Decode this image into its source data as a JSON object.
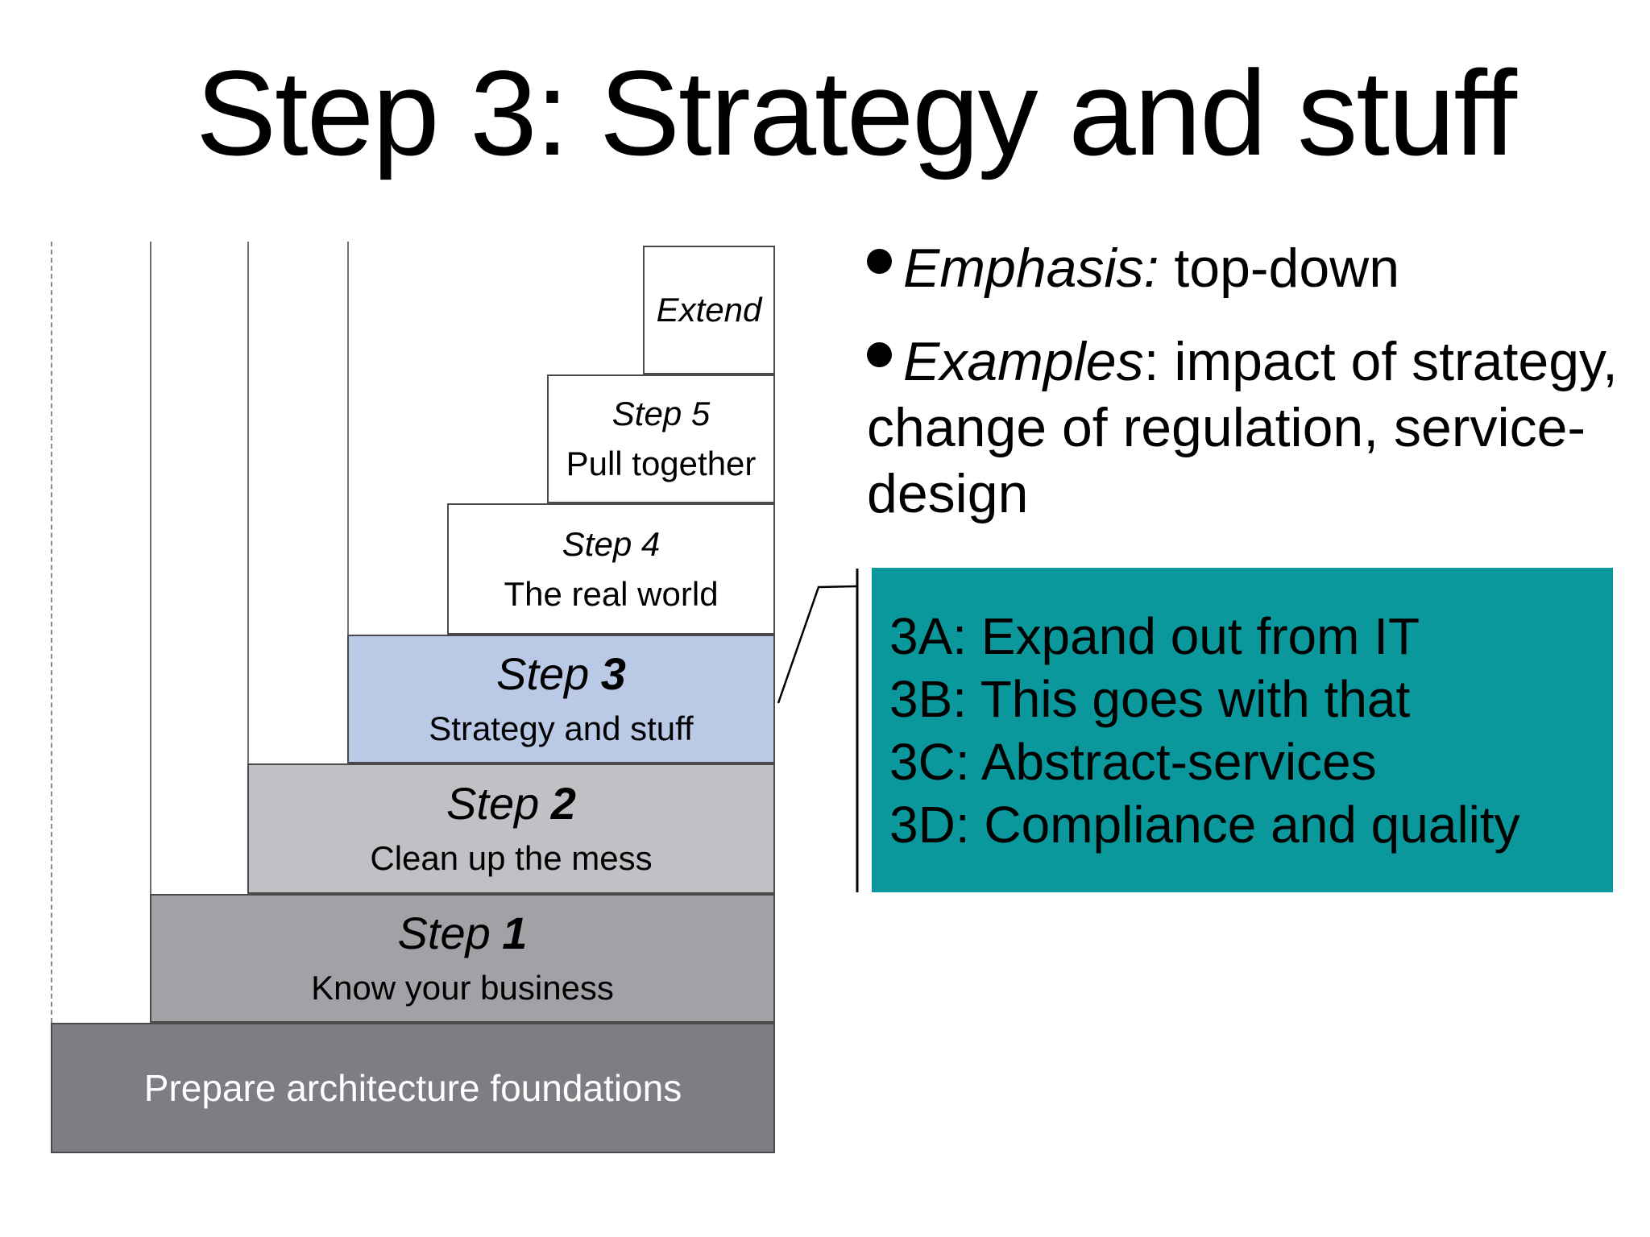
{
  "title": "Step 3: Strategy and stuff",
  "bullets": [
    {
      "lead": "Emphasis:",
      "rest": " top-down"
    },
    {
      "lead": "Examples",
      "rest": ": impact of strategy,\nchange of regulation, service-\ndesign"
    }
  ],
  "callout_box": {
    "items": [
      "3A: Expand out from IT",
      "3B: This goes with that",
      "3C: Abstract-services",
      "3D: Compliance and quality"
    ]
  },
  "staircase": {
    "extend": {
      "label": "Extend"
    },
    "step5": {
      "word": "Step 5",
      "subtitle": "Pull together"
    },
    "step4": {
      "word": "Step 4",
      "subtitle": "The real world"
    },
    "step3": {
      "word": "Step",
      "number": "3",
      "subtitle": "Strategy and stuff"
    },
    "step2": {
      "word": "Step",
      "number": "2",
      "subtitle": "Clean up the mess"
    },
    "step1": {
      "word": "Step",
      "number": "1",
      "subtitle": "Know your business"
    },
    "foundation": {
      "label": "Prepare architecture foundations"
    }
  },
  "colors": {
    "step3_fill": "#b9c9e6",
    "step2_fill": "#c1c1c5",
    "step1_fill": "#a1a1a6",
    "foundation_fill": "#7d7d84",
    "callout_fill": "#0a989c",
    "white_box_fill": "#ffffff",
    "text": "#000000",
    "foundation_text": "#ffffff"
  }
}
